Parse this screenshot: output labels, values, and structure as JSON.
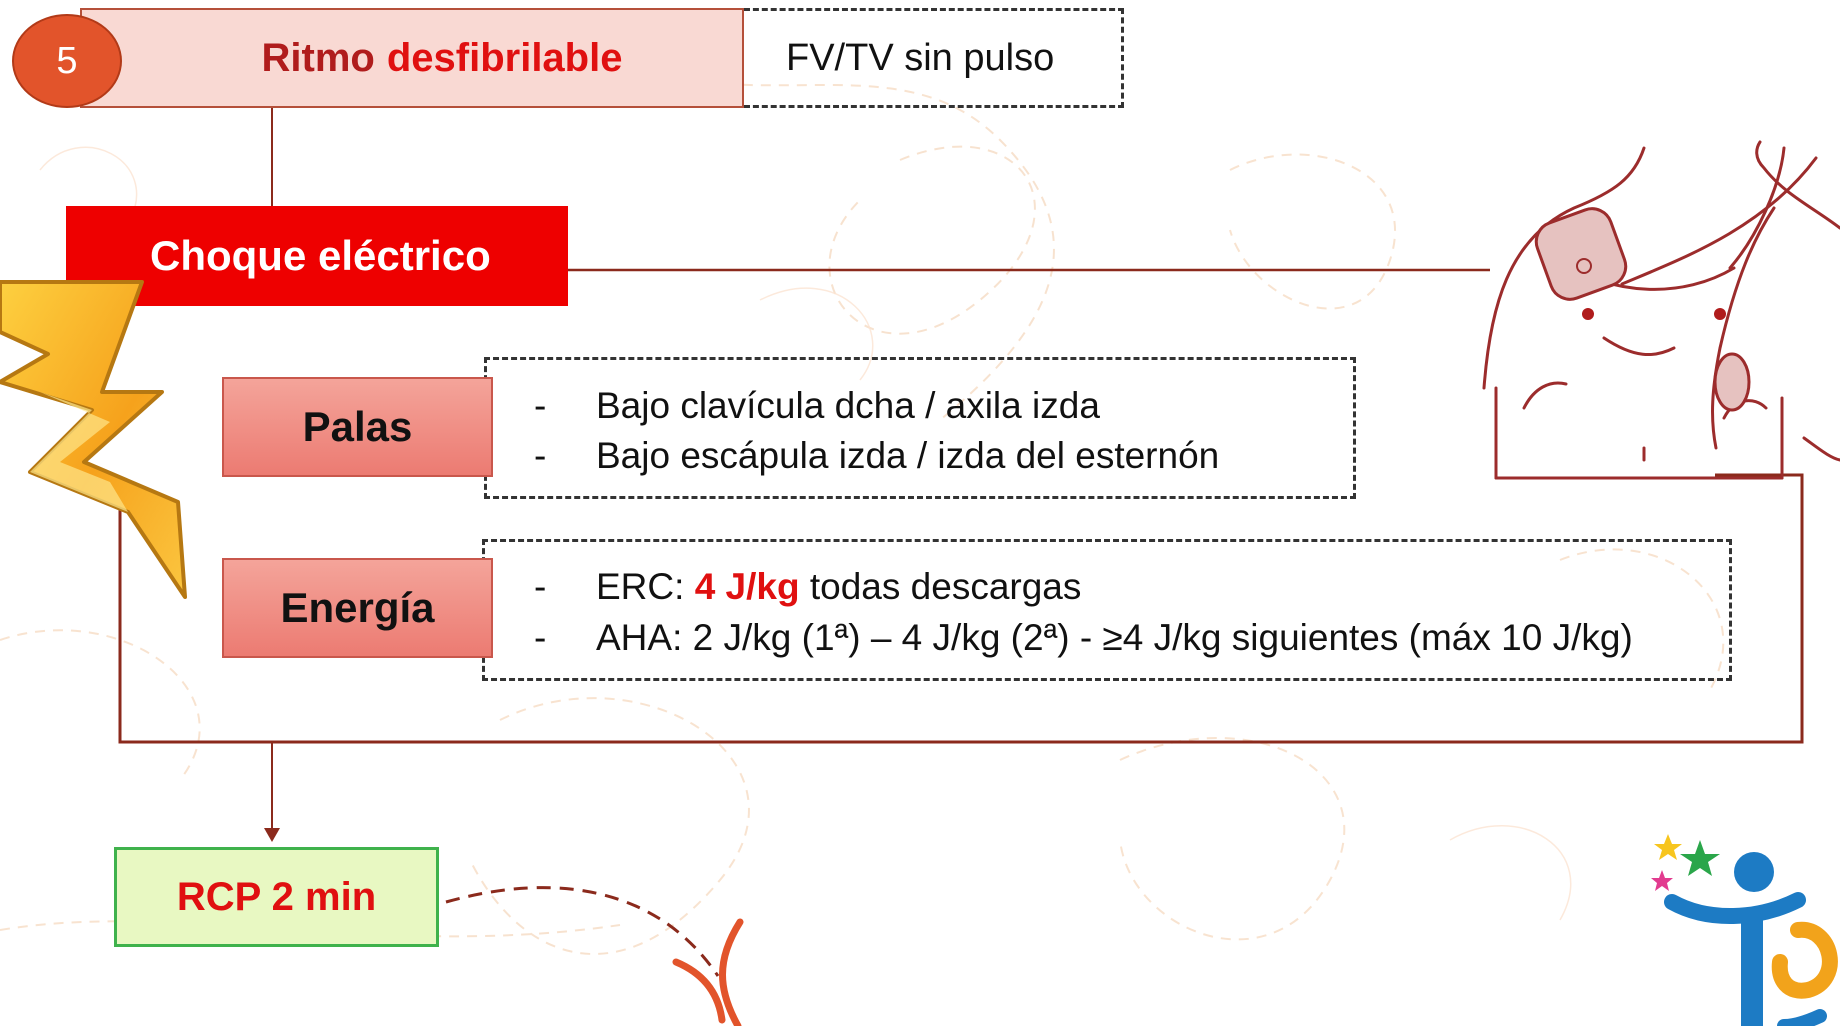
{
  "header": {
    "step_number": "5",
    "title_prefix": "Ritmo",
    "title_highlight": "desfibrilable",
    "rhythm_types": "FV/TV sin pulso"
  },
  "shock": {
    "label": "Choque eléctrico"
  },
  "paddles": {
    "label": "Palas",
    "dash": "-",
    "items": [
      "Bajo clavícula dcha / axila izda",
      "Bajo escápula izda / izda del esternón"
    ]
  },
  "energy": {
    "label": "Energía",
    "dash": "-",
    "erc_prefix": "ERC:",
    "erc_value": "4 J/kg",
    "erc_suffix": "todas descargas",
    "aha_text": "AHA: 2 J/kg (1ª) – 4 J/kg (2ª) - ≥4 J/kg siguientes (máx 10 J/kg)"
  },
  "cpr": {
    "label": "RCP 2 min"
  },
  "colors": {
    "accent_red": "#ee0000",
    "step_orange": "#e2542b",
    "connector_brown": "#8b2a1c",
    "cpr_green": "#3fb24c"
  },
  "icons": [
    "lightning-bolt-icon",
    "torso-electrode-illustration",
    "logo-icon",
    "curved-arrow-icon"
  ]
}
